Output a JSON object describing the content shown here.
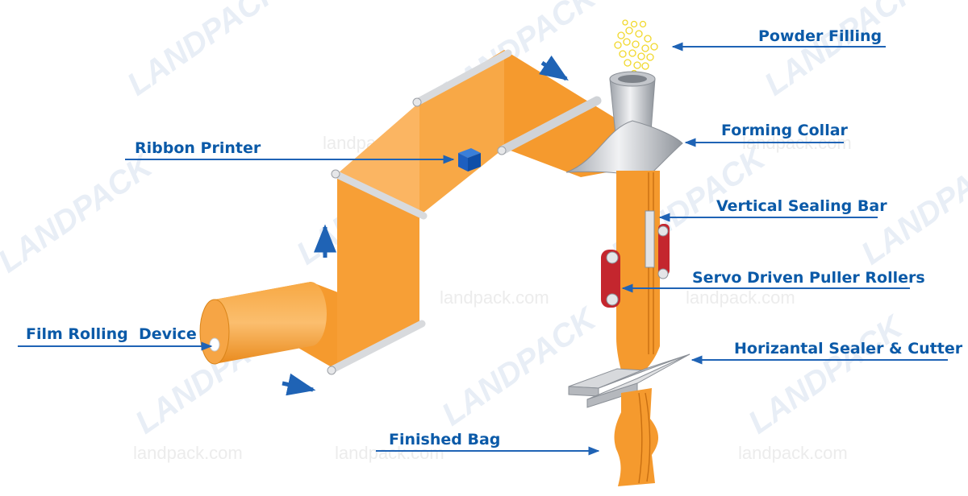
{
  "watermark": {
    "logo": "LANDPACK",
    "url": "landpack.com"
  },
  "labels": {
    "powder_filling": "Powder Filling",
    "forming_collar": "Forming Collar",
    "ribbon_printer": "Ribbon Printer",
    "vertical_sealing_bar": "Vertical Sealing Bar",
    "servo_rollers": "Servo Driven Puller Rollers",
    "film_rolling": "Film Rolling  Device",
    "horizontal_sealer": "Horizantal Sealer & Cutter",
    "finished_bag": "Finished Bag"
  },
  "colors": {
    "label_blue": "#0b5aa8",
    "leader_blue": "#1f63b5",
    "film_orange": "#f59a2e",
    "film_light": "#fbb562",
    "roller_red": "#c4262e",
    "powder_yellow": "#f6e442",
    "steel_grey": "#c9ccd1"
  }
}
